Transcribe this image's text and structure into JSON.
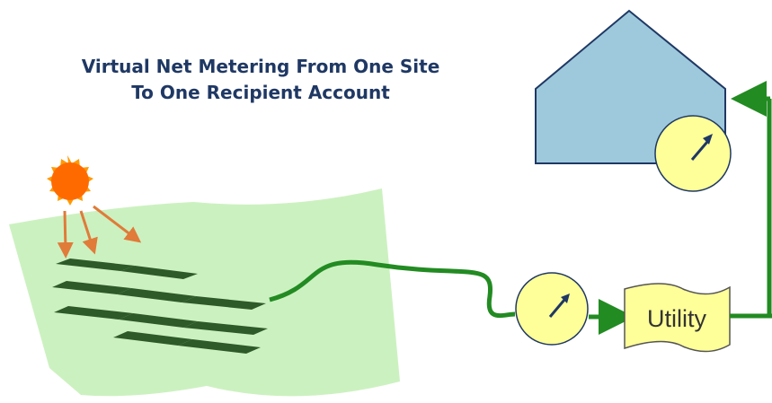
{
  "title": {
    "line1": "Virtual Net Metering From One Site",
    "line2": "To One Recipient Account"
  },
  "utility": {
    "label": "Utility"
  },
  "colors": {
    "sky_house": "#9ec9dc",
    "house_outline": "#1f3864",
    "meter_fill": "#ffff99",
    "meter_needle": "#1f3864",
    "utility_fill": "#ffff99",
    "field": "#c6efb9",
    "panel": "#2e5a2a",
    "wire": "#228b22",
    "sun_core": "#ff7f00",
    "sun_ray": "#e07b39",
    "title_text": "#1f3864"
  },
  "icons": [
    "sun-icon",
    "solar-panel-field-icon",
    "meter-icon",
    "house-icon",
    "utility-scroll-icon",
    "arrow-icon"
  ]
}
